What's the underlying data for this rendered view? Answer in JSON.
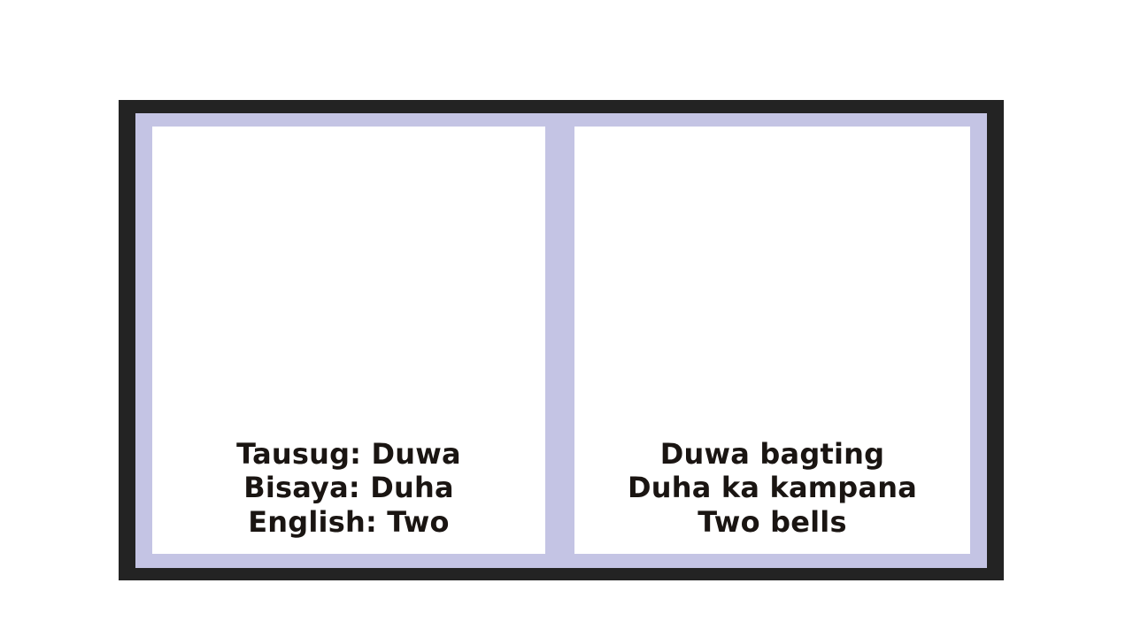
{
  "colors": {
    "page_background": "#ffffff",
    "outer_frame": "#232323",
    "inner_frame": "#c4c4e4",
    "card_background": "#ffffff",
    "text": "#1a1512"
  },
  "cards": [
    {
      "lines": [
        "Tausug: Duwa",
        "Bisaya: Duha",
        "English: Two"
      ]
    },
    {
      "lines": [
        "Duwa bagting",
        "Duha ka kampana",
        "Two bells"
      ]
    }
  ]
}
